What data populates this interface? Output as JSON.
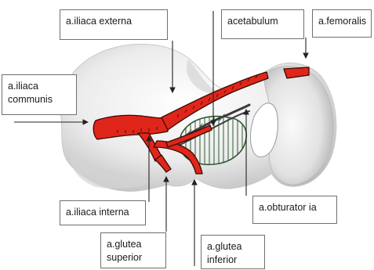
{
  "labels": {
    "iliaca_externa": "a.iliaca externa",
    "acetabulum": "acetabulum",
    "femoralis": "a.femoralis",
    "iliaca_communis_line1": "a.iliaca",
    "iliaca_communis_line2": "communis",
    "iliaca_interna": "a.iliaca interna",
    "obturatoria": "a.obturator ia",
    "glutea_superior_line1": "a.glutea",
    "glutea_superior_line2": "superior",
    "glutea_inferior_line1": "a.glutea",
    "glutea_inferior_line2": "inferior"
  },
  "colors": {
    "artery_red": "#e0261a",
    "artery_outline": "#3a0a06",
    "bone_light": "#f2f2f2",
    "bone_shadow": "#bdbdbd",
    "acetabulum_hatch": "#2f5a32",
    "arrow": "#222222",
    "vessel_dark": "#3c3c3c"
  }
}
